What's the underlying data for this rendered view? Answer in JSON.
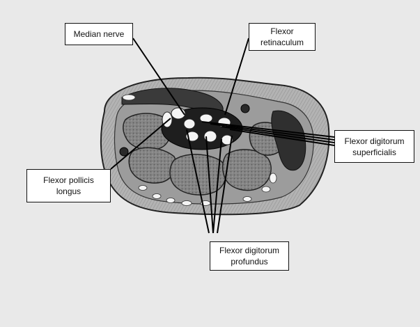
{
  "labels": {
    "median_nerve": [
      "Median nerve"
    ],
    "flexor_retinaculum": [
      "Flexor",
      "retinaculum"
    ],
    "flexor_digitorum_superficialis": [
      "Flexor digitorum",
      "superficialis"
    ],
    "flexor_pollicis_longus": [
      "Flexor pollicis",
      "longus"
    ],
    "flexor_digitorum_profundus": [
      "Flexor digitorum",
      "profundus"
    ]
  },
  "colors": {
    "background": "#e9e9e9",
    "skin": "#a9a9a9",
    "muscle": "#7a7a7a",
    "dark_tissue": "#333333",
    "tendon": "#f4f4f4",
    "line": "#000000"
  }
}
